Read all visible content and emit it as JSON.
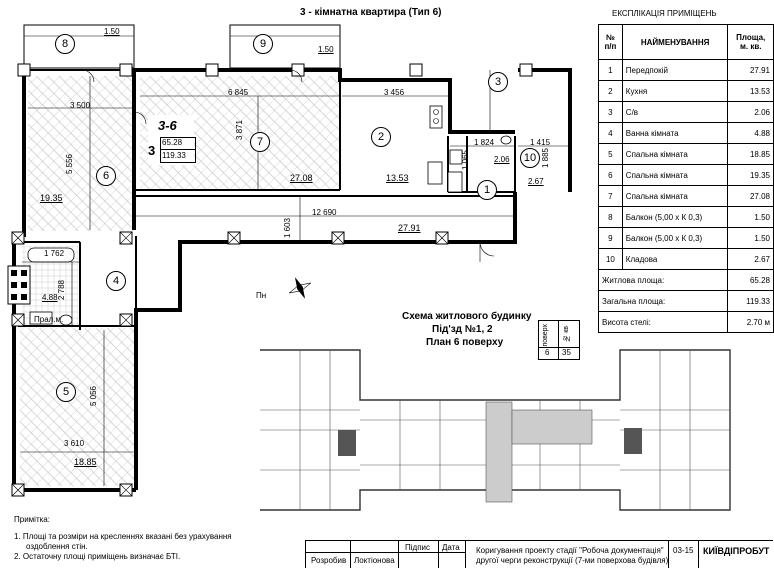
{
  "title": "3 - кімнатна квартира  (Тип 6)",
  "explication": {
    "title": "ЕКСПЛІКАЦІЯ ПРИМІЩЕНЬ",
    "head_num": "№\nп/п",
    "head_name": "НАЙМЕНУВАННЯ",
    "head_area": "Площа,\nм. кв.",
    "rows": [
      {
        "n": "1",
        "name": "Передпокій",
        "area": "27.91"
      },
      {
        "n": "2",
        "name": "Кухня",
        "area": "13.53"
      },
      {
        "n": "3",
        "name": "С/в",
        "area": "2.06"
      },
      {
        "n": "4",
        "name": "Ванна кімната",
        "area": "4.88"
      },
      {
        "n": "5",
        "name": "Спальна кімната",
        "area": "18.85"
      },
      {
        "n": "6",
        "name": "Спальна кімната",
        "area": "19.35"
      },
      {
        "n": "7",
        "name": "Спальна кімната",
        "area": "27.08"
      },
      {
        "n": "8",
        "name": "Балкон (5,00 х К 0,3)",
        "area": "1.50"
      },
      {
        "n": "9",
        "name": "Балкон (5,00 х К 0,3)",
        "area": "1.50"
      },
      {
        "n": "10",
        "name": "Кладова",
        "area": "2.67"
      },
      {
        "n": "",
        "name": "Житлова площа:",
        "area": "65.28"
      },
      {
        "n": "",
        "name": "Загальна площа:",
        "area": "119.33"
      },
      {
        "n": "",
        "name": "Висота стелі:",
        "area": "2.70 м"
      }
    ]
  },
  "plan": {
    "rooms": [
      {
        "num": "1",
        "area": "27.91"
      },
      {
        "num": "2",
        "area": "13.53"
      },
      {
        "num": "3",
        "area": "2.06"
      },
      {
        "num": "4",
        "area": "4.88"
      },
      {
        "num": "5",
        "area": "18.85"
      },
      {
        "num": "6",
        "area": "19.35"
      },
      {
        "num": "7",
        "area": "27.08"
      },
      {
        "num": "8",
        "area": "1.50"
      },
      {
        "num": "9",
        "area": "1.50"
      },
      {
        "num": "10",
        "area": "2.67"
      }
    ],
    "dims": {
      "d3500": "3 500",
      "d6845": "6 845",
      "d3456": "3 456",
      "d1824": "1 824",
      "d1415": "1 415",
      "d5556": "5 556",
      "d3871": "3 871",
      "d1065": "1 065",
      "d1885": "1 885",
      "d12690": "12 690",
      "d1603": "1 603",
      "d1762": "1 762",
      "d2788": "2 788",
      "d5056": "5 056",
      "d3610": "3 610"
    },
    "badge": {
      "type": "3-6",
      "rooms": "3",
      "living": "65.28",
      "total": "119.33"
    },
    "pral": "Прал.м."
  },
  "scheme": {
    "title1": "Схема житлового будинку",
    "title2": "Під'зд №1, 2",
    "title3": "План 6 поверху",
    "col1": "поверх",
    "col2": "№ кв",
    "floor": "6",
    "apt": "35"
  },
  "note": {
    "title": "Примітка:",
    "line1": "1. Площі та розміри на кресленнях вказані без урахування",
    "line1b": "оздоблення стін.",
    "line2": "2. Остаточну площі приміщень визначає БТІ."
  },
  "titleblock": {
    "h_sign": "Підпис",
    "h_date": "Дата",
    "r_role": "Розробив",
    "r_name": "Локтіонова",
    "desc1": "Коригування проекту стадії \"Робоча документація\"",
    "desc2": "другої черги реконструкції (7-ми поверхова будівля)",
    "code": "03-15",
    "org": "КИЇВДІПРОБУТ"
  },
  "compass": "Пн"
}
